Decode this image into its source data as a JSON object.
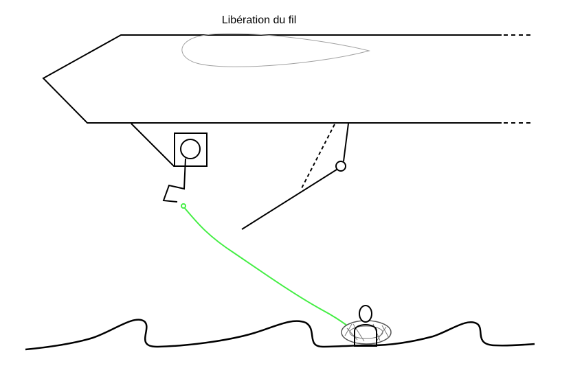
{
  "title": "Libération du fil",
  "colors": {
    "line": "#000000",
    "wire": "#44ee44",
    "airfoil": "#a0a0a0",
    "background": "#ffffff"
  },
  "elements": {
    "aircraft": "aircraft-hull",
    "winch": "winch-box",
    "wire": "rescue-wire",
    "person": "person-in-lifebuoy",
    "sea": "sea-waves",
    "mast": "deflector-arm"
  }
}
